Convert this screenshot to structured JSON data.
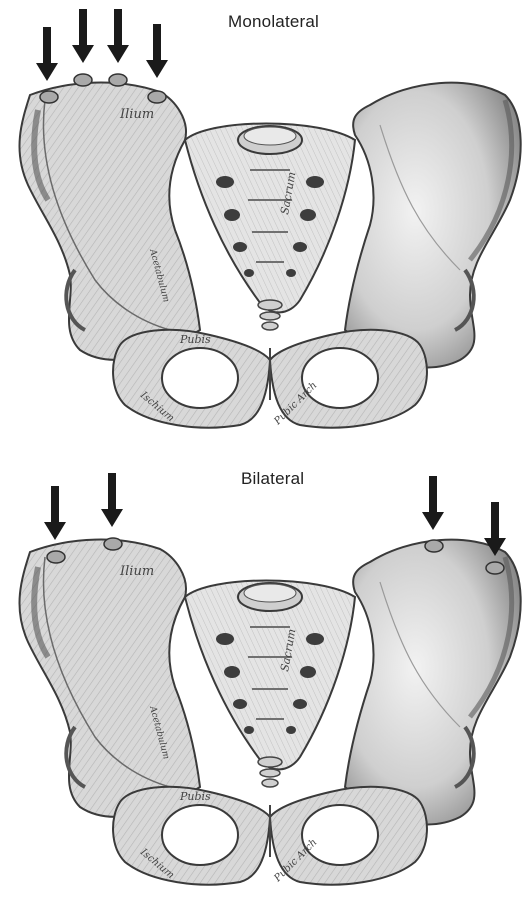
{
  "panels": [
    {
      "title": "Monolateral",
      "labels": {
        "ilium": "Ilium",
        "sacrum": "Sacrum",
        "pubis": "Pubis",
        "ischium": "Ischium",
        "pubic_arch": "Pubic Arch",
        "acetab": "Acetabulum"
      }
    },
    {
      "title": "Bilateral",
      "labels": {
        "ilium": "Ilium",
        "sacrum": "Sacrum",
        "pubis": "Pubis",
        "ischium": "Ischium",
        "pubic_arch": "Pubic Arch",
        "acetab": "Acetabulum"
      }
    }
  ],
  "colors": {
    "bone": "#dcdcdc",
    "bone_dark": "#8a8a8a",
    "outline": "#3a3a3a",
    "arrow": "#1a1a1a",
    "pin": "#a9a9a9"
  },
  "icons": {
    "arrow": "down-arrow-icon",
    "pin": "pin-site-marker-icon"
  }
}
